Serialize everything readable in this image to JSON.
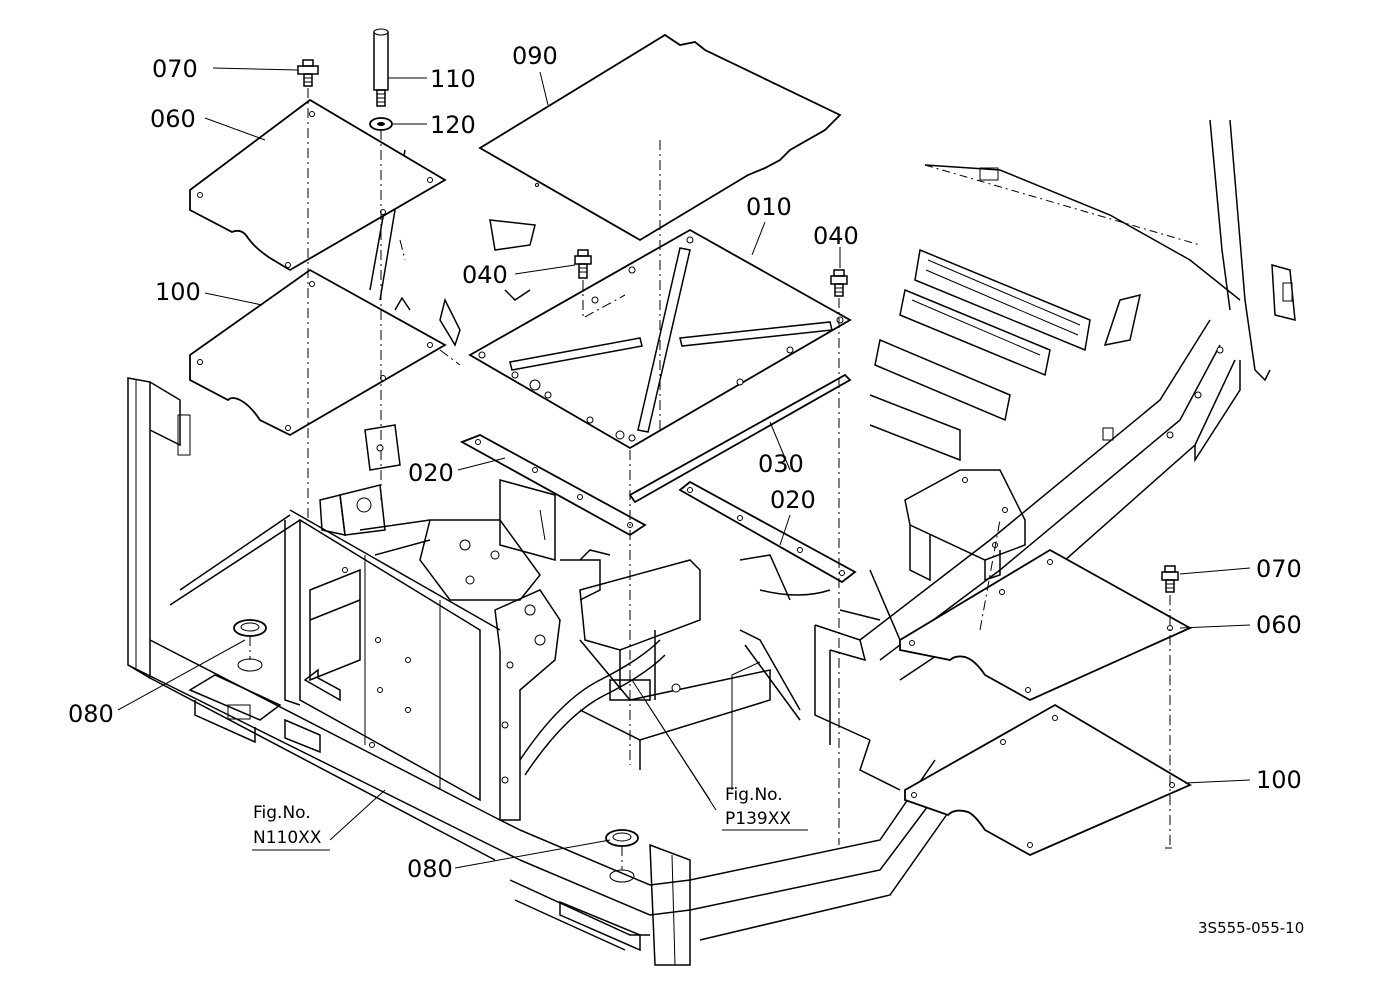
{
  "callouts": {
    "c070a": "070",
    "c060a": "060",
    "c100a": "100",
    "c110": "110",
    "c120": "120",
    "c090": "090",
    "c010": "010",
    "c040a": "040",
    "c040b": "040",
    "c020a": "020",
    "c030": "030",
    "c020b": "020",
    "c070b": "070",
    "c060b": "060",
    "c100b": "100",
    "c080a": "080",
    "c080b": "080"
  },
  "references": {
    "ref1_line1": "Fig.No.",
    "ref1_line2": "N110XX",
    "ref2_line1": "Fig.No.",
    "ref2_line2": "P139XX"
  },
  "drawing_code": "3S555-055-10"
}
